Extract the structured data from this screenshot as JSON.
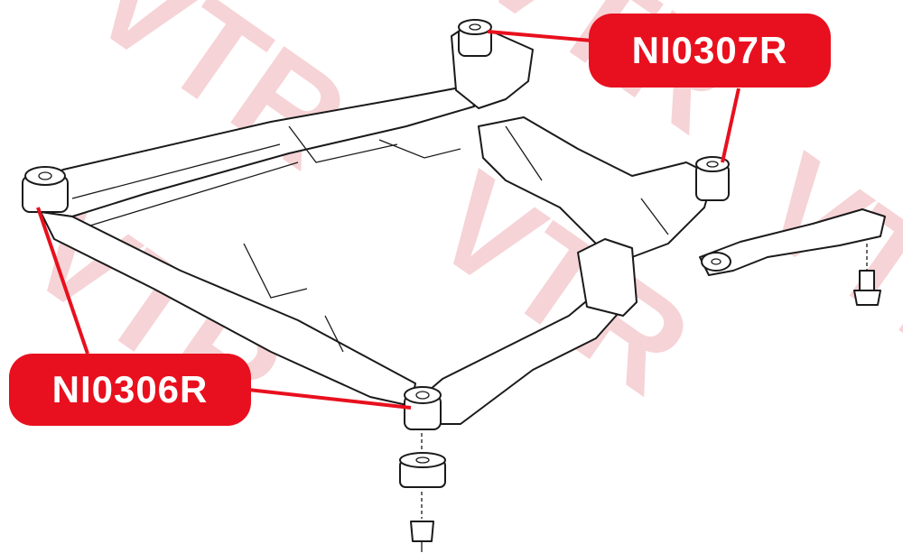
{
  "watermark": {
    "text": "VTR",
    "color": "#f6d3d6"
  },
  "callouts": [
    {
      "id": "front",
      "label": "NI0306R"
    },
    {
      "id": "rear",
      "label": "NI0307R"
    }
  ],
  "colors": {
    "accent": "#e8101e",
    "label_text": "#ffffff",
    "line_art": "#1a1a1a",
    "background": "#ffffff"
  }
}
